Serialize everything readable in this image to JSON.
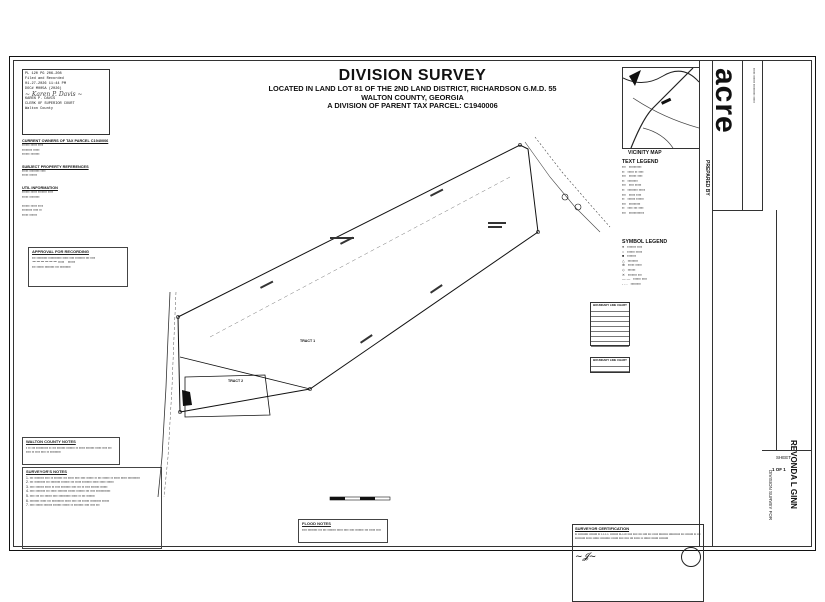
{
  "title": {
    "main": "DIVISION SURVEY",
    "line1": "LOCATED IN LAND LOT 81 OF THE 2ND LAND DISTRICT, RICHARDSON G.M.D. 55",
    "line2": "WALTON COUNTY, GEORGIA",
    "line3": "A DIVISION OF PARENT TAX PARCEL: C1940006"
  },
  "recording": {
    "lines": [
      "PL 120 PG 206-208",
      "Filed and Recorded",
      "01-27-2026 11:44 PM",
      "DOC# M005A (2026)"
    ],
    "clerk": [
      "KAREN P. DAVIS",
      "CLERK OF SUPERIOR COURT",
      "Walton County"
    ]
  },
  "left_notes": {
    "owners_heading": "CURRENT OWNERS OF TAX PARCEL C1940006",
    "subject_heading": "SUBJECT PROPERTY REFERENCES",
    "utility_heading": "UTIL INFORMATION",
    "approval_heading": "APPROVAL FOR RECORDING"
  },
  "walton_notes": {
    "heading": "WALTON COUNTY NOTES"
  },
  "surveyors_notes": {
    "heading": "SURVEYOR'S NOTES"
  },
  "flood_notes": {
    "heading": "FLOOD NOTES"
  },
  "vicinity_map": {
    "label": "VICINITY MAP"
  },
  "text_legend": {
    "title": "TEXT LEGEND"
  },
  "symbol_legend": {
    "title": "SYMBOL LEGEND"
  },
  "tables": {
    "boundary_1": "BOUNDARY LINE CHART",
    "boundary_2": "BOUNDARY LINE CHART"
  },
  "certification": {
    "heading": "SURVEYOR CERTIFICATION"
  },
  "title_strip": {
    "prepared_by": "PREPARED BY",
    "firm": "acre",
    "client_label": "DIVISION SURVEY FOR",
    "client": "REVONDA L GINN",
    "sheet_label": "SHEET",
    "sheet_value": "1 OF 1"
  },
  "parcels": {
    "tract_1": "TRACT 1",
    "tract_2": "TRACT 2"
  },
  "colors": {
    "ink": "#111111",
    "paper": "#ffffff"
  }
}
